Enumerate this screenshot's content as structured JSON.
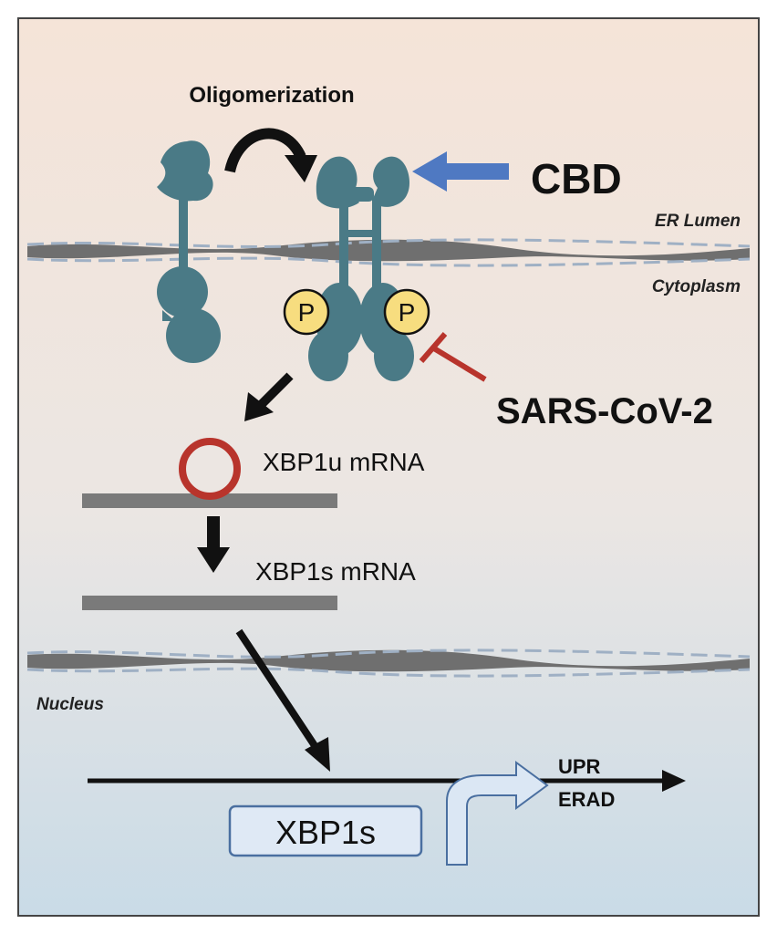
{
  "labels": {
    "oligomerization": "Oligomerization",
    "cbd": "CBD",
    "er_lumen": "ER Lumen",
    "cytoplasm": "Cytoplasm",
    "sars": "SARS-CoV-2",
    "xbp1u": "XBP1u mRNA",
    "xbp1s_mrna": "XBP1s mRNA",
    "nucleus": "Nucleus",
    "xbp1s_gene": "XBP1s",
    "upr": "UPR",
    "erad": "ERAD",
    "phospho_left": "P",
    "phospho_right": "P"
  },
  "colors": {
    "background_top": "#f5e4d8",
    "background_bottom": "#c9dbe7",
    "protein": "#4a7a86",
    "phospho_fill": "#f7dd7f",
    "inhibition": "#b8342c",
    "cbd_arrow": "#4f79c2",
    "mrna": "#7a7a7a",
    "membrane": "#6f6f6f",
    "membrane_dash": "#9fb0c4",
    "xbp1s_box": "#dfe9f5",
    "xbp1s_border": "#4a6fa0",
    "transcription_arrow": "#dbe7f4"
  }
}
